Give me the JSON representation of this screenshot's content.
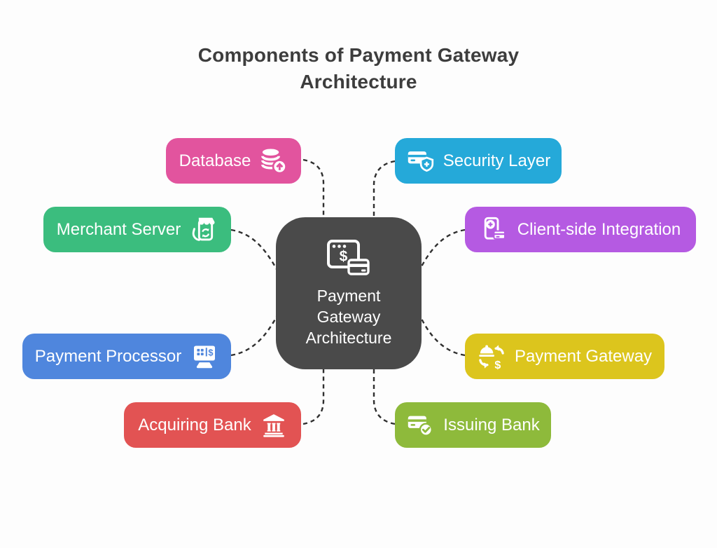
{
  "title": "Components of Payment Gateway Architecture",
  "colors": {
    "background": "#fdfdfd",
    "connector-color": "#2f2f2f",
    "title-color": "#3d3d3d"
  },
  "center_node": {
    "label": "Payment Gateway Architecture",
    "color": "#4a4a4a",
    "icon": "browser-payment-card-icon"
  },
  "nodes": [
    {
      "label": "Database",
      "color": "#e2549e",
      "icon": "database-upload-icon",
      "position": "top-left"
    },
    {
      "label": "Security Layer",
      "color": "#25a9d9",
      "icon": "card-shield-plus-icon",
      "position": "top-right"
    },
    {
      "label": "Merchant Server",
      "color": "#3bbd7e",
      "icon": "storefront-phone-icon",
      "position": "upper-left"
    },
    {
      "label": "Client-side Integration",
      "color": "#b55ae2",
      "icon": "phone-card-plus-icon",
      "position": "upper-right"
    },
    {
      "label": "Payment Processor",
      "color": "#4f86dd",
      "icon": "pos-terminal-icon",
      "position": "lower-left"
    },
    {
      "label": "Payment Gateway",
      "color": "#dcc51d",
      "icon": "exchange-dollar-icon",
      "position": "lower-right"
    },
    {
      "label": "Acquiring Bank",
      "color": "#e25353",
      "icon": "bank-columns-icon",
      "position": "bottom-left"
    },
    {
      "label": "Issuing Bank",
      "color": "#8eba3b",
      "icon": "card-check-icon",
      "position": "bottom-right"
    }
  ]
}
